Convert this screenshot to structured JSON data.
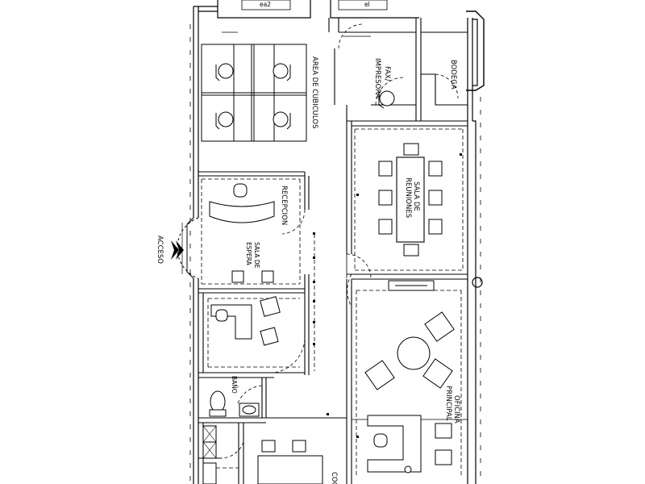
{
  "rooms": {
    "cubicles": "AREA DE CUBICULOS",
    "fax_line1": "FAX/",
    "fax_line2": "IMPRESORA",
    "storage": "BODEGA",
    "meeting_line1": "SALA DE",
    "meeting_line2": "REUNIONES",
    "reception": "RECEPCION",
    "waiting_line1": "SALA DE",
    "waiting_line2": "ESPERA",
    "bathroom": "BAÑO",
    "office_line1": "OFICINA",
    "office_line2": "PRINCIPAL",
    "kitchen_partial": "COC",
    "top_partial_left": "ea2",
    "top_partial_right": "el"
  },
  "entrance": {
    "label": "ACCESO"
  }
}
